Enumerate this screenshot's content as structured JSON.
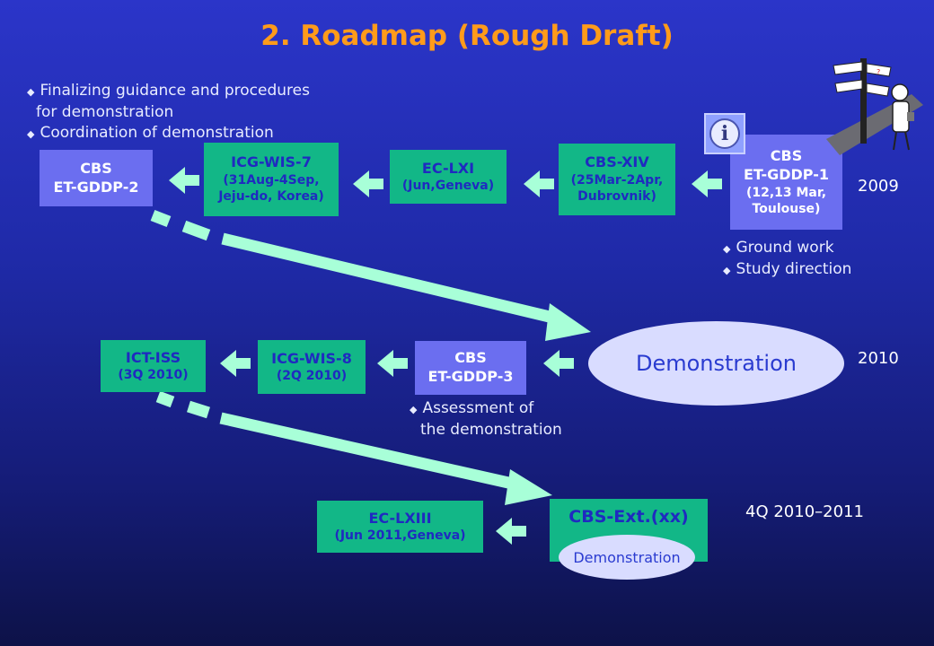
{
  "title": "2.  Roadmap (Rough Draft)",
  "notes": {
    "top_left": [
      "Finalizing guidance and procedures",
      "for demonstration",
      "Coordination of demonstration"
    ],
    "ground": [
      "Ground work",
      "Study direction"
    ],
    "assessment": [
      "Assessment of",
      "the demonstration"
    ]
  },
  "years": {
    "y2009": "2009",
    "y2010": "2010",
    "y2011": "4Q 2010–2011"
  },
  "row1": {
    "cbs_et1": [
      "CBS",
      "ET-GDDP-1",
      "(12,13 Mar,",
      "Toulouse)"
    ],
    "cbs_xiv": [
      "CBS-XIV",
      "(25Mar-2Apr,",
      "Dubrovnik)"
    ],
    "ec_lxi": [
      "EC-LXI",
      "(Jun,Geneva)"
    ],
    "icg_wis7": [
      "ICG-WIS-7",
      "(31Aug-4Sep,",
      "Jeju-do, Korea)"
    ],
    "cbs_et2": [
      "CBS",
      "ET-GDDP-2"
    ]
  },
  "row2": {
    "demonstration": "Demonstration",
    "cbs_et3": [
      "CBS",
      "ET-GDDP-3"
    ],
    "icg_wis8": [
      "ICG-WIS-8",
      "(2Q 2010)"
    ],
    "ict_iss": [
      "ICT-ISS",
      "(3Q 2010)"
    ]
  },
  "row3": {
    "cbs_ext": "CBS-Ext.(xx)",
    "demonstration_small": "Demonstration",
    "ec_lxiii": [
      "EC-LXIII",
      "(Jun 2011,Geneva)"
    ]
  },
  "icons": {
    "info": "info-icon",
    "signpost": "signpost-figure-icon"
  },
  "colors": {
    "green_box": "#12b787",
    "purple_box": "#6b6ef0",
    "arrow": "#a8ffd8",
    "title": "#ff9b1a"
  }
}
